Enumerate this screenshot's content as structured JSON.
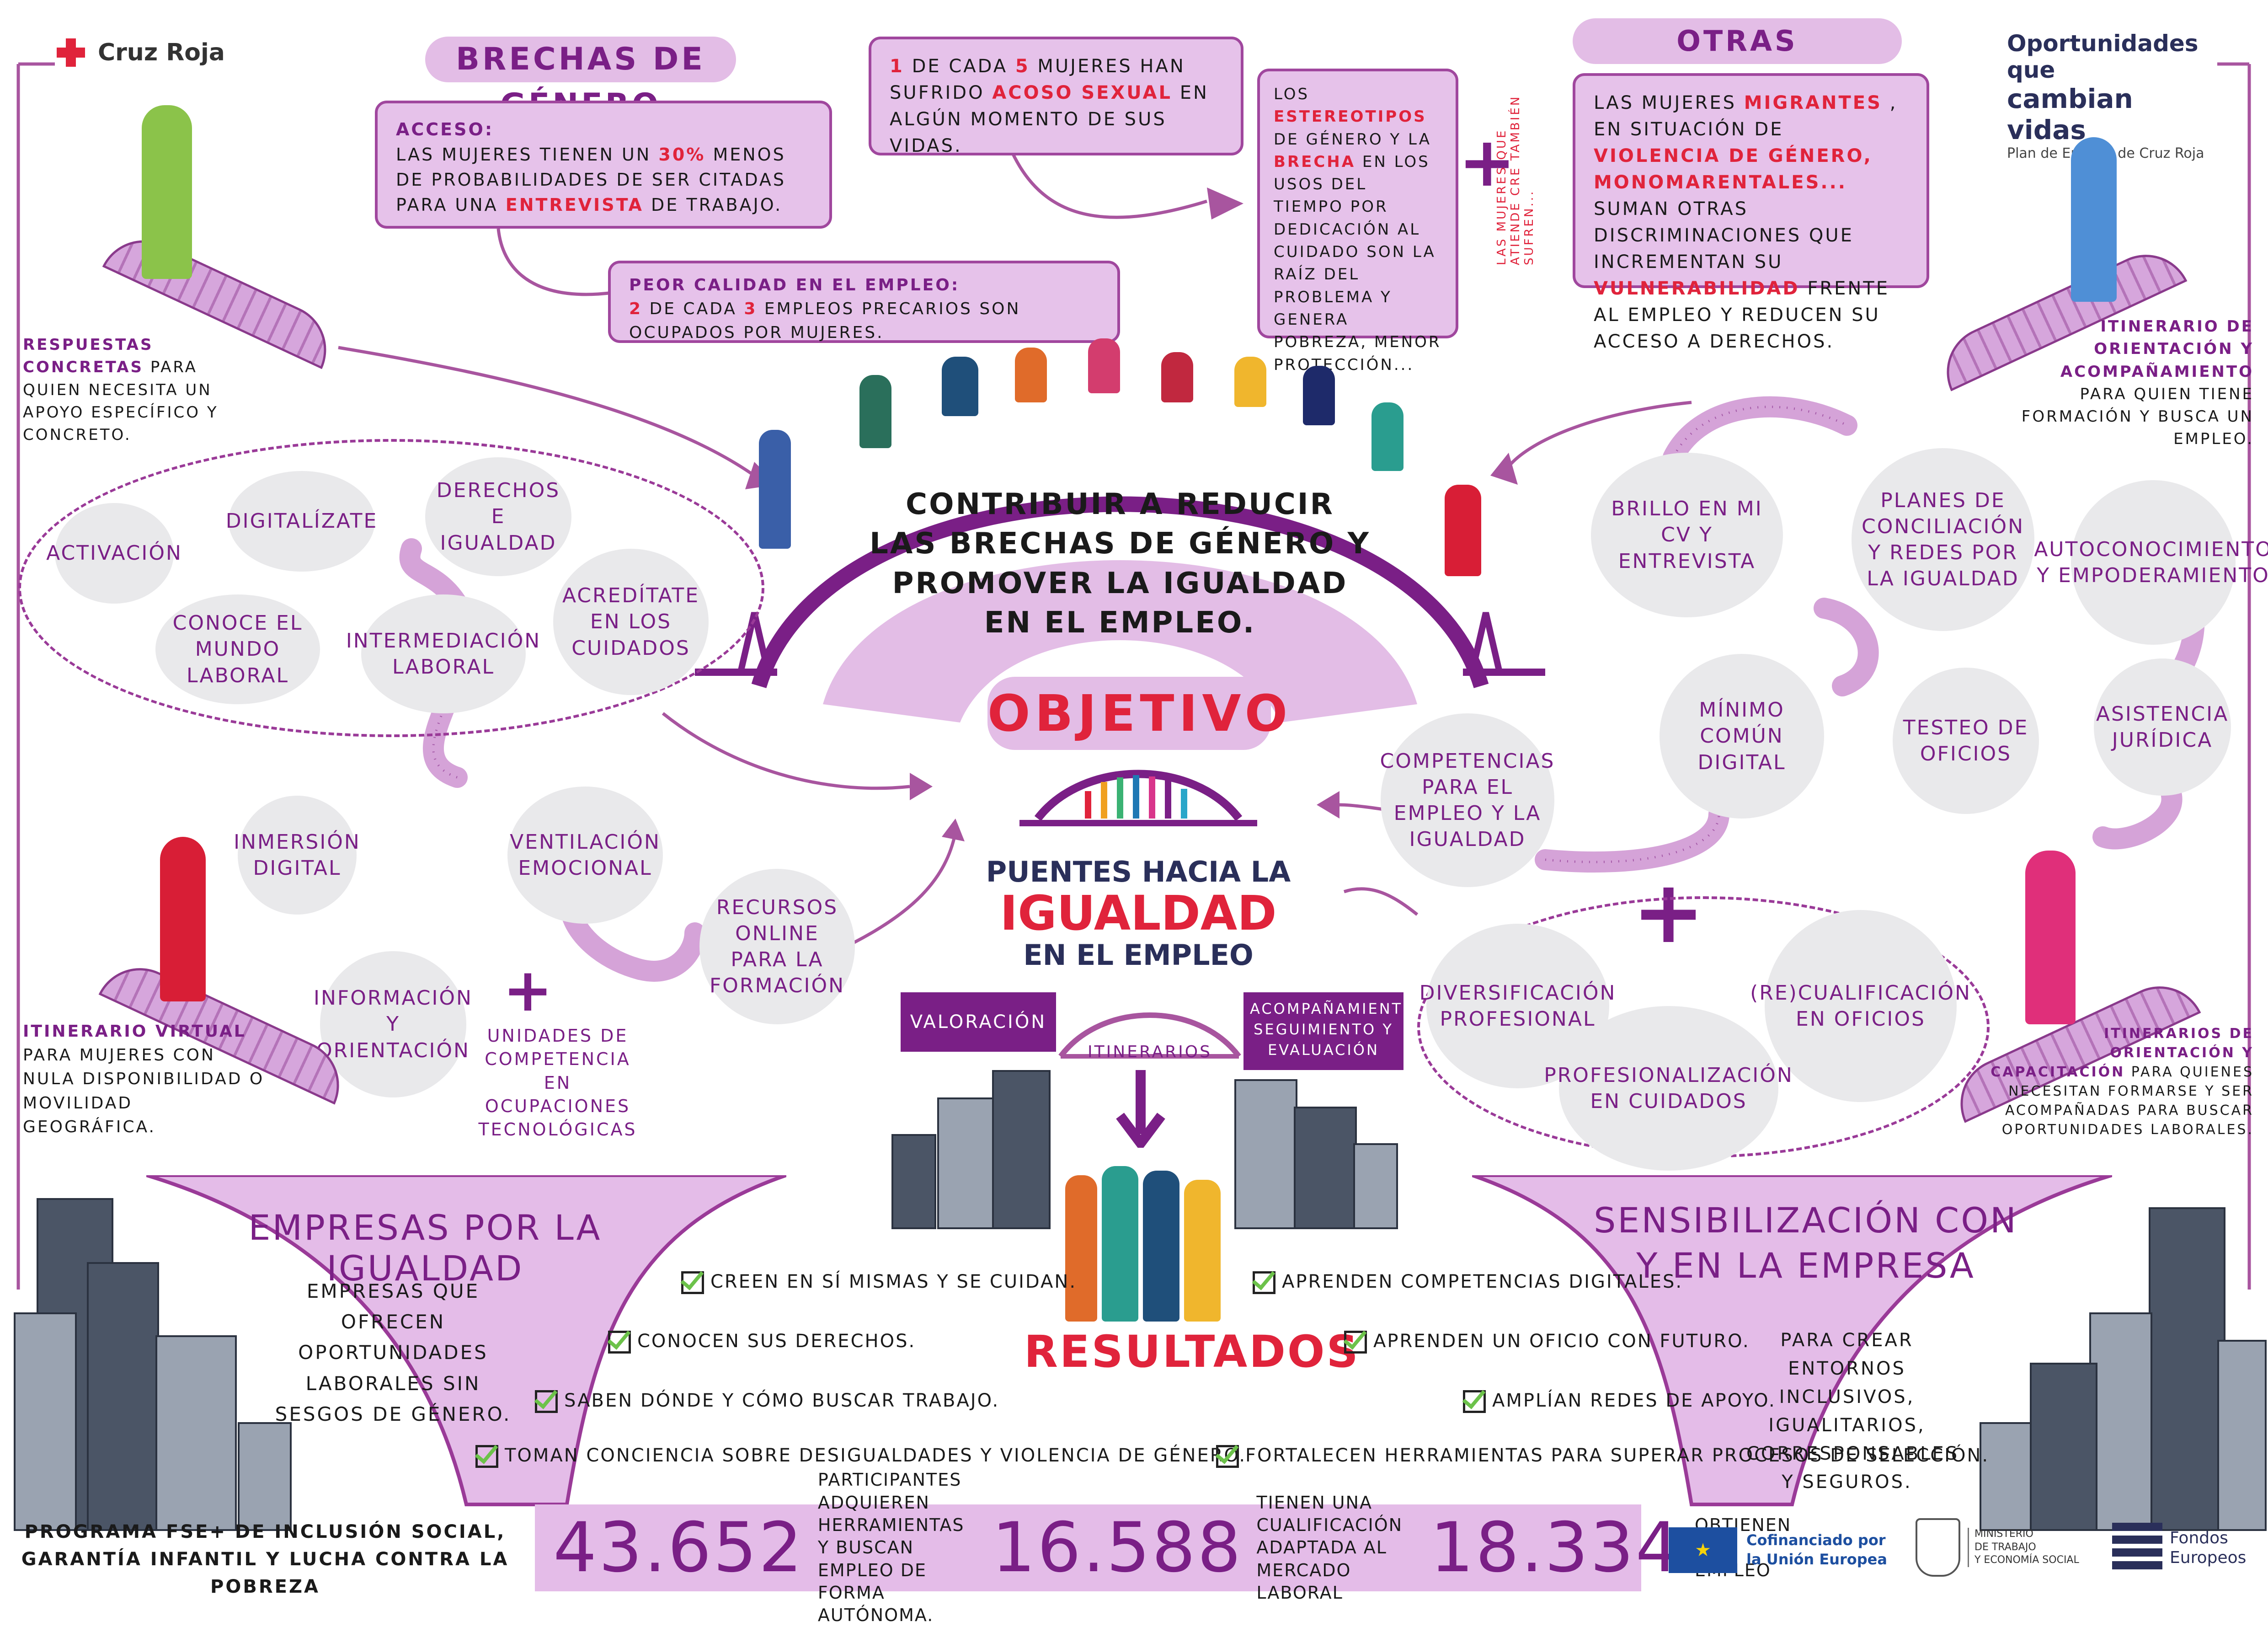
{
  "header": {
    "cruz_roja": "Cruz Roja",
    "brand_line1": "Oportunidades que",
    "brand_line2": "cambian vidas",
    "brand_sub": "Plan de Empleo de Cruz Roja"
  },
  "brechas": {
    "title": "Brechas de género",
    "acceso_title": "Acceso:",
    "acceso_a": "Las mujeres tienen un",
    "acceso_pct": "30%",
    "acceso_b": "menos de probabilidades de ser citadas para una",
    "acceso_c": "entrevista",
    "acceso_d": "de trabajo.",
    "acoso_n1": "1",
    "acoso_a": "de cada",
    "acoso_n2": "5",
    "acoso_b": "mujeres han sufrido",
    "acoso_c": "acoso sexual",
    "acoso_d": "en algún momento de sus vidas.",
    "peor_title": "Peor calidad en el empleo:",
    "peor_n1": "2",
    "peor_a": "de cada",
    "peor_n2": "3",
    "peor_b": "empleos precarios son ocupados por mujeres.",
    "estereo_a": "Los",
    "estereo_b": "estereotipos",
    "estereo_c": "de género y la",
    "estereo_d": "brecha",
    "estereo_e": "en los usos del tiempo por dedicación al cuidado son la raíz del problema y genera pobreza, menor protección..."
  },
  "otras": {
    "title": "Otras desigualdades",
    "side_note": "Las mujeres que atiende CRE también sufren...",
    "a": "Las mujeres",
    "b": "migrantes",
    "c": ", en situación de",
    "d": "violencia de género, monomarentales...",
    "e": "suman otras discriminaciones que incrementan su",
    "f": "vulnerabilidad",
    "g": "frente al empleo y reducen su acceso a derechos."
  },
  "center": {
    "arch_text": "Contribuir a reducir las brechas de género y promover la igualdad en el empleo.",
    "objetivo": "Objetivo",
    "logo_l1": "PUENTES HACIA LA",
    "logo_l2": "IGUALDAD",
    "logo_l3": "EN EL EMPLEO",
    "valoracion": "Valoración",
    "itinerarios": "Itinerarios",
    "acomp": "Acompañamiento, seguimiento y evaluación",
    "resultados": "Resultados"
  },
  "left_top": {
    "respuestas_a": "Respuestas concretas",
    "respuestas_b": "para quien necesita un apoyo específico y concreto.",
    "clouds": [
      "Activación",
      "Digitalízate",
      "Derechos e igualdad",
      "Conoce el mundo laboral",
      "Intermediación laboral",
      "Acredítate en los cuidados"
    ]
  },
  "left_bottom": {
    "clouds": [
      "Inmersión digital",
      "Ventilación emocional",
      "Información y orientación",
      "Recursos online para la formación"
    ],
    "plus_label": "Unidades de competencia en ocupaciones tecnológicas",
    "itin_a": "Itinerario virtual",
    "itin_b": "para mujeres con nula disponibilidad o movilidad geográfica."
  },
  "right_top": {
    "itin_a": "Itinerario de orientación y acompañamiento",
    "itin_b": "para quien tiene formación y busca un empleo.",
    "clouds": [
      "Brillo en mi CV y entrevista",
      "Planes de conciliación y redes por la igualdad",
      "Autoconocimiento y empoderamiento",
      "Mínimo común digital",
      "Testeo de oficios",
      "Asistencia jurídica",
      "Competencias para el empleo y la igualdad"
    ]
  },
  "right_bottom": {
    "clouds": [
      "Diversificación profesional",
      "(Re)cualificación en oficios",
      "Profesionalización en cuidados"
    ],
    "itin_a": "Itinerarios de orientación y capacitación",
    "itin_b": "para quienes necesitan formarse y ser acompañadas para buscar oportunidades laborales."
  },
  "empresas": {
    "title": "Empresas por la igualdad",
    "text": "Empresas que ofrecen oportunidades laborales sin sesgos de género."
  },
  "sensibilizacion": {
    "title": "Sensibilización con y en la empresa",
    "text": "Para crear entornos inclusivos, igualitarios, corresponsables y seguros."
  },
  "results_left": [
    "Creen en sí mismas y se cuidan.",
    "Conocen sus derechos.",
    "Saben dónde y cómo buscar trabajo.",
    "Toman conciencia sobre desigualdades y violencia de género."
  ],
  "results_right": [
    "Aprenden competencias digitales.",
    "Aprenden un oficio con futuro.",
    "Amplían redes de apoyo.",
    "Fortalecen herramientas para superar procesos de selección."
  ],
  "footer": {
    "programa": "Programa FSE+ de inclusión social, garantía infantil y lucha contra la pobreza",
    "stat1_num": "43.652",
    "stat1_txt": "Participantes adquieren herramientas y buscan empleo de forma autónoma.",
    "stat2_num": "16.588",
    "stat2_txt": "Tienen una cualificación adaptada al mercado laboral",
    "stat3_num": "18.334",
    "stat3_txt": "obtienen un empleo",
    "eu_a": "Cofinanciado por",
    "eu_b": "la Unión Europea",
    "ministerio_a": "MINISTERIO",
    "ministerio_b": "DE TRABAJO",
    "ministerio_c": "Y ECONOMÍA SOCIAL",
    "fondos_a": "Fondos",
    "fondos_b": "Europeos"
  },
  "colors": {
    "purple": "#7a1f86",
    "lilac": "#e4bce8",
    "red": "#e0233b",
    "grey": "#e9e9eb"
  }
}
